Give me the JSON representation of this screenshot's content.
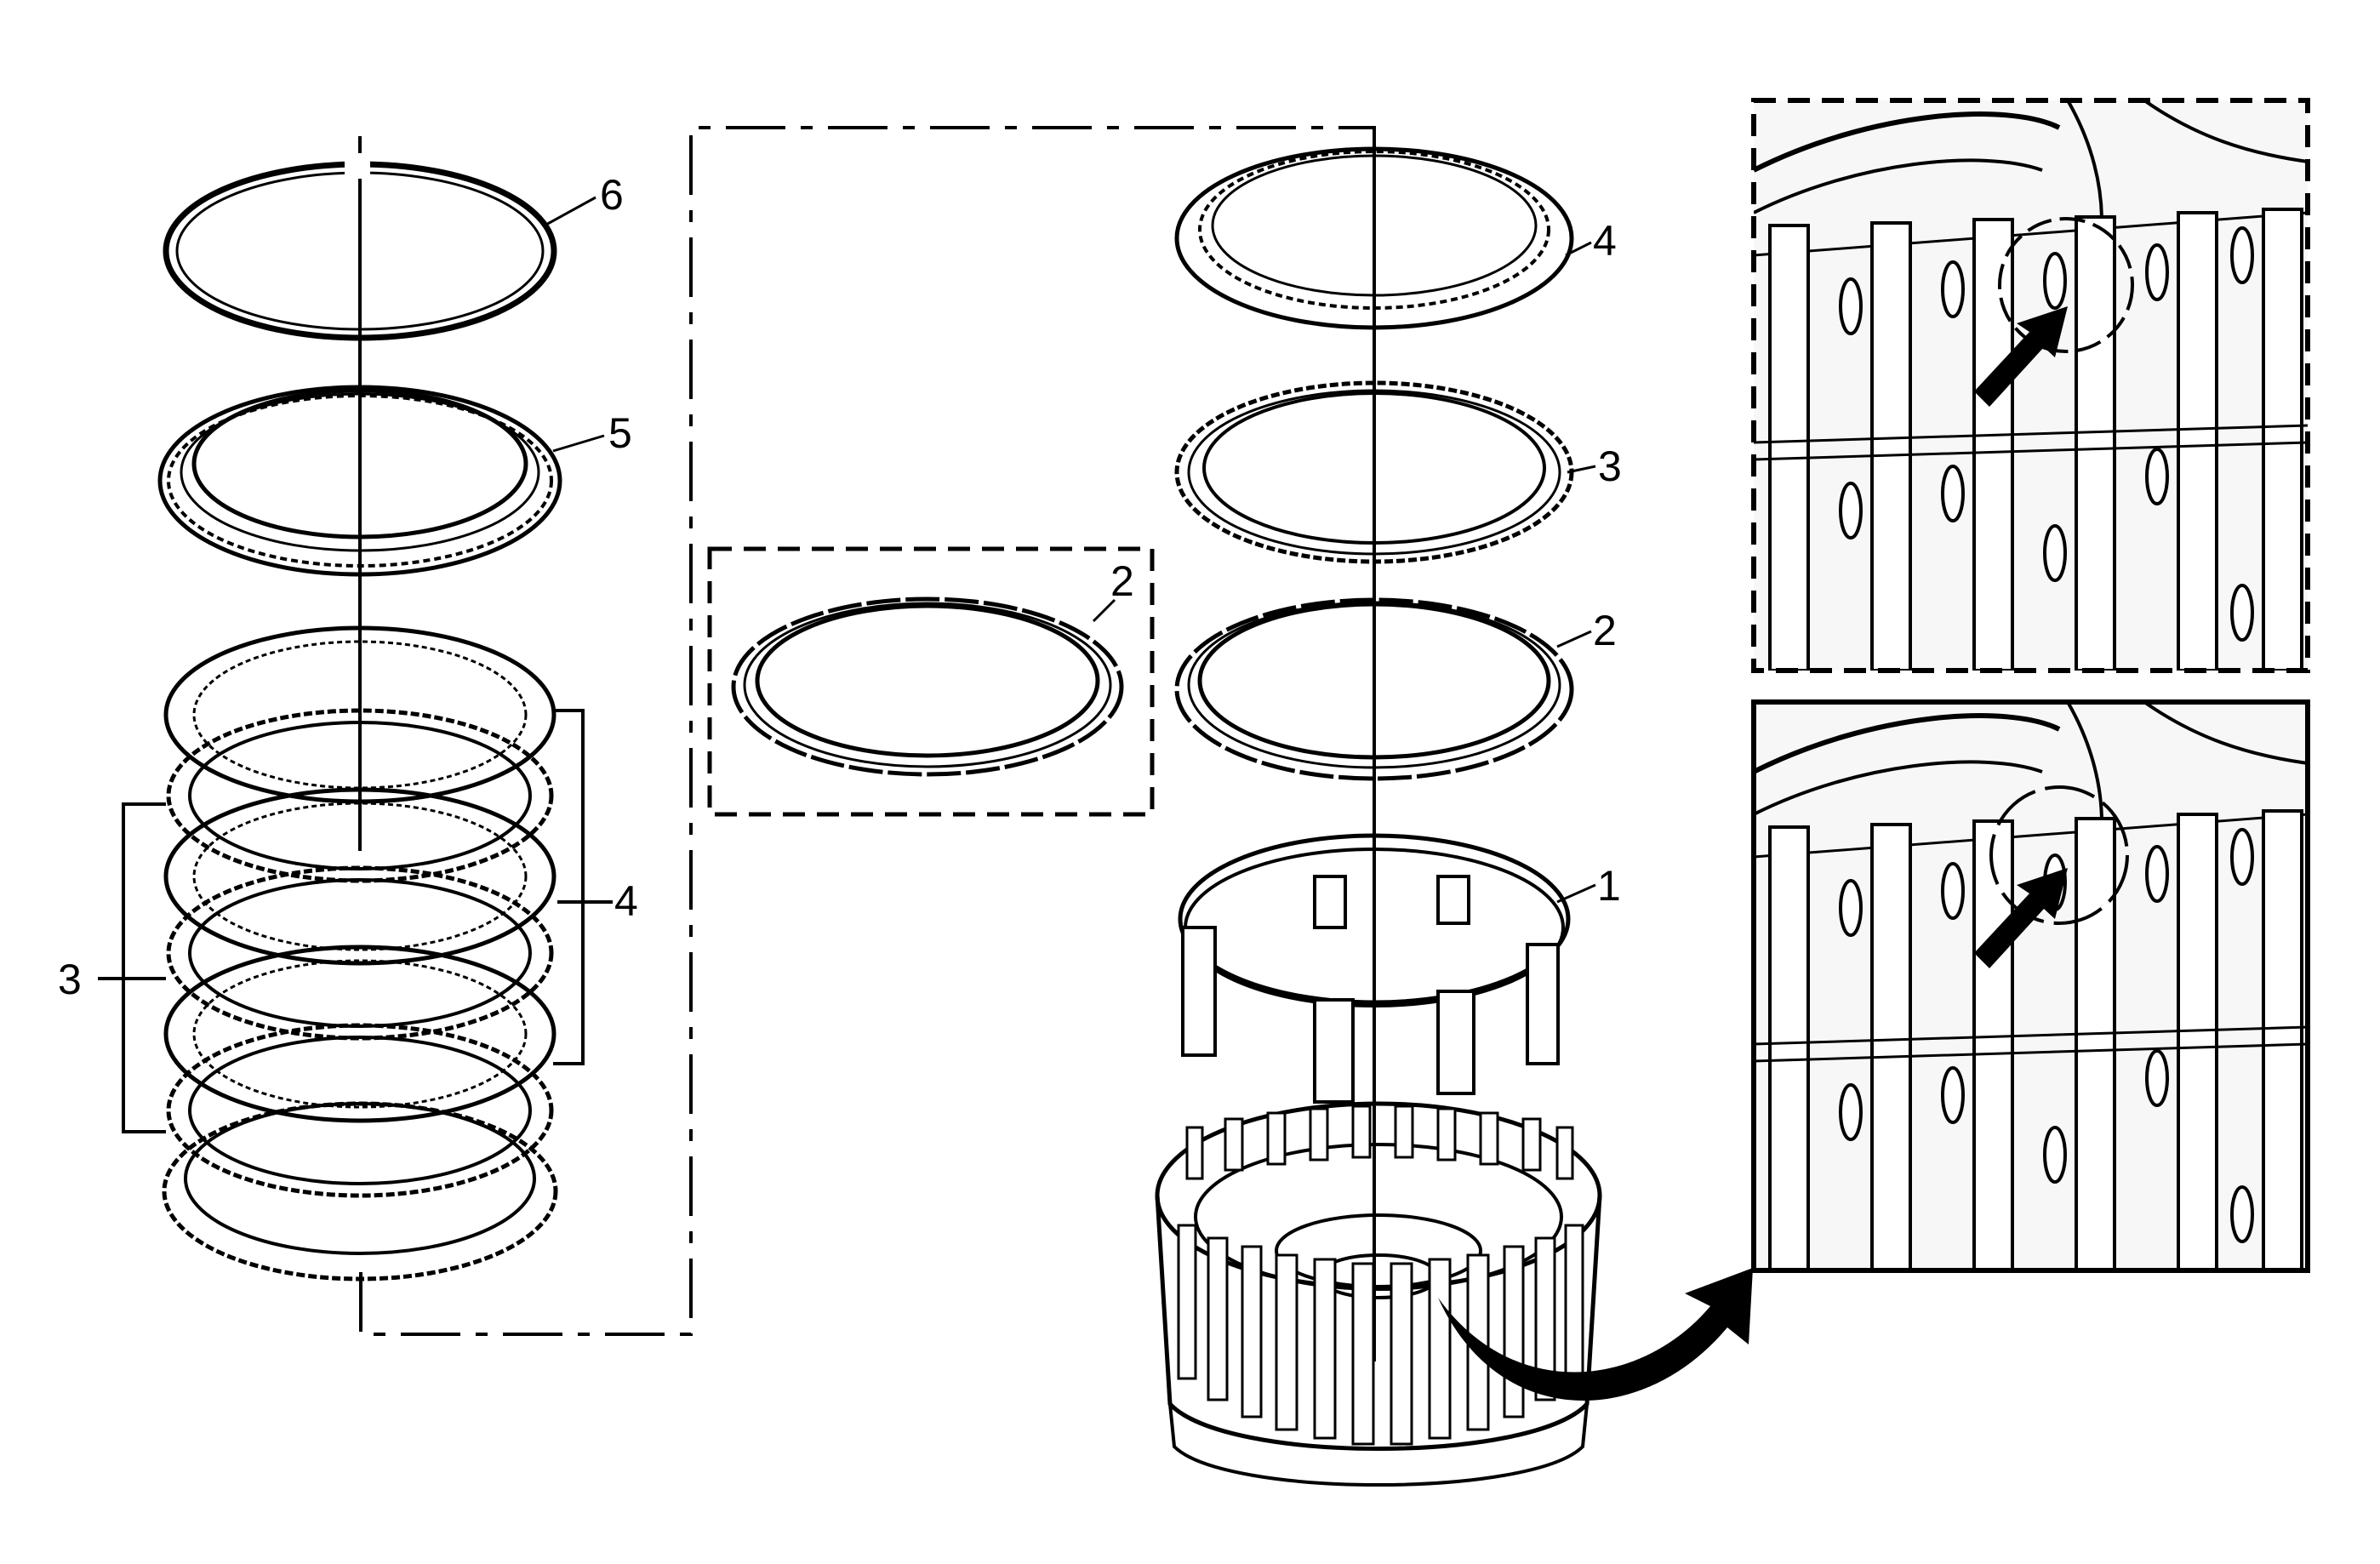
{
  "diagram": {
    "callouts": {
      "left_6": "6",
      "left_5": "5",
      "left_4": "4",
      "left_3": "3",
      "mid_2": "2",
      "right_4": "4",
      "right_3": "3",
      "right_2": "2",
      "right_1": "1"
    },
    "icons": [
      "snap-ring-icon",
      "pressure-plate-icon",
      "clutch-plate-icon",
      "spring-retainer-icon",
      "clutch-housing-icon",
      "arrow-icon"
    ],
    "colors": {
      "line": "#000000",
      "background": "#ffffff",
      "detail_fill": "#f7f7f7"
    }
  }
}
